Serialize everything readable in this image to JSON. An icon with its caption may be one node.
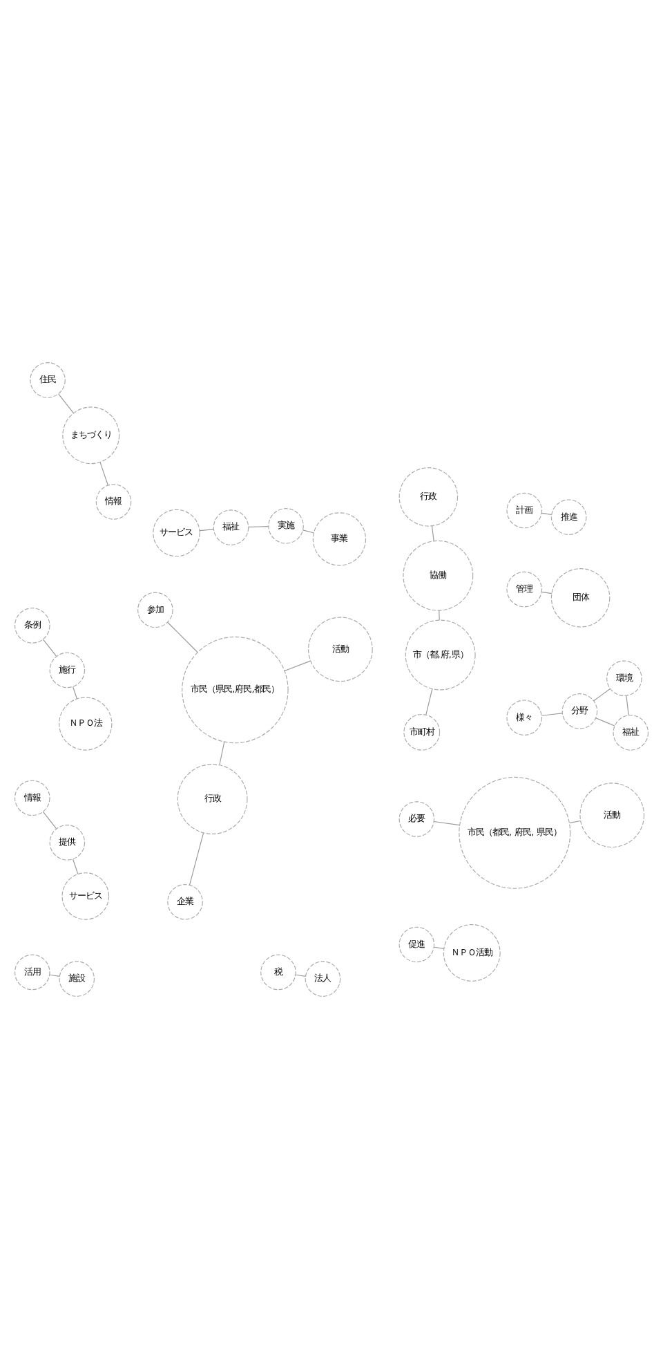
{
  "diagram": {
    "nodes": [
      {
        "text": [
          "企業"
        ]
      },
      {
        "text": [
          "行政"
        ]
      },
      {
        "text": [
          "市民（県民,府民,都民）"
        ]
      },
      {
        "text": [
          "参加"
        ]
      },
      {
        "text": [
          "活動"
        ]
      },
      {
        "text": [
          "条例"
        ]
      },
      {
        "text": [
          "施行"
        ]
      },
      {
        "text": [
          "ＮＰＯ法"
        ]
      },
      {
        "text": [
          "様々"
        ]
      },
      {
        "text": [
          "分野"
        ]
      },
      {
        "text": [
          "福祉"
        ]
      },
      {
        "text": [
          "環境"
        ]
      },
      {
        "text": [
          "促進"
        ]
      },
      {
        "text": [
          "ＮＰＯ活動"
        ]
      },
      {
        "text": [
          "税"
        ]
      },
      {
        "text": [
          "法人"
        ]
      },
      {
        "text": [
          "情報"
        ]
      },
      {
        "text": [
          "提供"
        ]
      },
      {
        "text": [
          "サービス"
        ]
      },
      {
        "text": [
          "必要"
        ]
      },
      {
        "text": [
          "活動"
        ]
      },
      {
        "text": [
          "市民（都民, 府民, 県民）"
        ]
      },
      {
        "text": [
          "市町村"
        ]
      },
      {
        "text": [
          "市（都,府,県）"
        ]
      },
      {
        "text": [
          "協働"
        ]
      },
      {
        "text": [
          "行政"
        ]
      },
      {
        "text": [
          "サービス"
        ]
      },
      {
        "text": [
          "福祉"
        ]
      },
      {
        "text": [
          "事業"
        ]
      },
      {
        "text": [
          "実施"
        ]
      },
      {
        "text": [
          "計画"
        ]
      },
      {
        "text": [
          "推進"
        ]
      },
      {
        "text": [
          "活用"
        ]
      },
      {
        "text": [
          "施設"
        ]
      },
      {
        "text": [
          "住民"
        ]
      },
      {
        "text": [
          "まちづくり"
        ]
      },
      {
        "text": [
          "情報"
        ]
      },
      {
        "text": [
          "管理"
        ]
      },
      {
        "text": [
          "団体"
        ]
      }
    ],
    "edges": [
      {
        "from": 0,
        "to": 1,
        "arrow": "none"
      },
      {
        "from": 1,
        "to": 2,
        "arrow": "none"
      },
      {
        "from": 2,
        "to": 3,
        "arrow": "none"
      },
      {
        "from": 2,
        "to": 4,
        "arrow": "none"
      },
      {
        "from": 5,
        "to": 6,
        "arrow": "none"
      },
      {
        "from": 6,
        "to": 7,
        "arrow": "none"
      },
      {
        "from": 8,
        "to": 9,
        "arrow": "none"
      },
      {
        "from": 9,
        "to": 10,
        "arrow": "none"
      },
      {
        "from": 9,
        "to": 11,
        "arrow": "none"
      },
      {
        "from": 11,
        "to": 10,
        "arrow": "none"
      },
      {
        "from": 12,
        "to": 13,
        "arrow": "none"
      },
      {
        "from": 14,
        "to": 15,
        "arrow": "none"
      },
      {
        "from": 16,
        "to": 17,
        "arrow": "none"
      },
      {
        "from": 17,
        "to": 18,
        "arrow": "none"
      },
      {
        "from": 19,
        "to": 21,
        "arrow": "none"
      },
      {
        "from": 20,
        "to": 21,
        "arrow": "none"
      },
      {
        "from": 22,
        "to": 23,
        "arrow": "none"
      },
      {
        "from": 23,
        "to": 24,
        "arrow": "none"
      },
      {
        "from": 24,
        "to": 25,
        "arrow": "none"
      },
      {
        "from": 26,
        "to": 27,
        "arrow": "none"
      },
      {
        "from": 27,
        "to": 29,
        "arrow": "none"
      },
      {
        "from": 28,
        "to": 29,
        "arrow": "none"
      },
      {
        "from": 30,
        "to": 31,
        "arrow": "none"
      },
      {
        "from": 32,
        "to": 33,
        "arrow": "none"
      },
      {
        "from": 34,
        "to": 35,
        "arrow": "none"
      },
      {
        "from": 35,
        "to": 36,
        "arrow": "none"
      },
      {
        "from": 37,
        "to": 38,
        "arrow": "none"
      }
    ]
  }
}
